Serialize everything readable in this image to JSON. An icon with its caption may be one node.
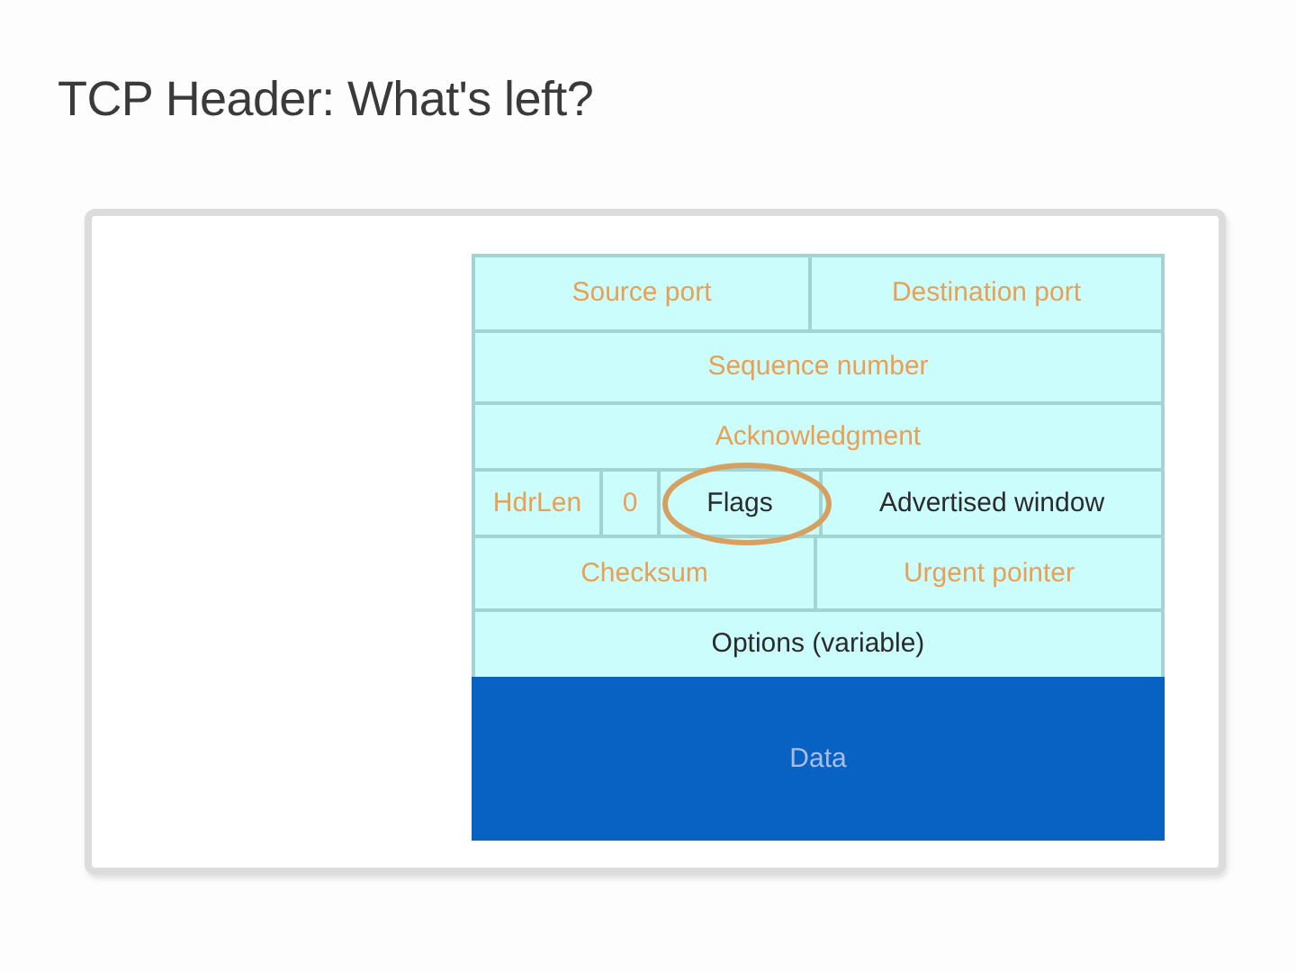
{
  "diagram": {
    "title": "TCP Header: What's left?",
    "nodes": [
      {
        "text": [
          "Source port"
        ]
      },
      {
        "text": [
          "Destination port"
        ]
      },
      {
        "text": [
          "Sequence number"
        ]
      },
      {
        "text": [
          "Acknowledgment"
        ]
      },
      {
        "text": [
          "HdrLen"
        ]
      },
      {
        "text": [
          "0"
        ]
      },
      {
        "text": [
          "Flags"
        ]
      },
      {
        "text": [
          "Advertised window"
        ]
      },
      {
        "text": [
          "Checksum"
        ]
      },
      {
        "text": [
          "Urgent pointer"
        ]
      },
      {
        "text": [
          "Options (variable)"
        ]
      },
      {
        "text": [
          "Data"
        ]
      }
    ]
  }
}
